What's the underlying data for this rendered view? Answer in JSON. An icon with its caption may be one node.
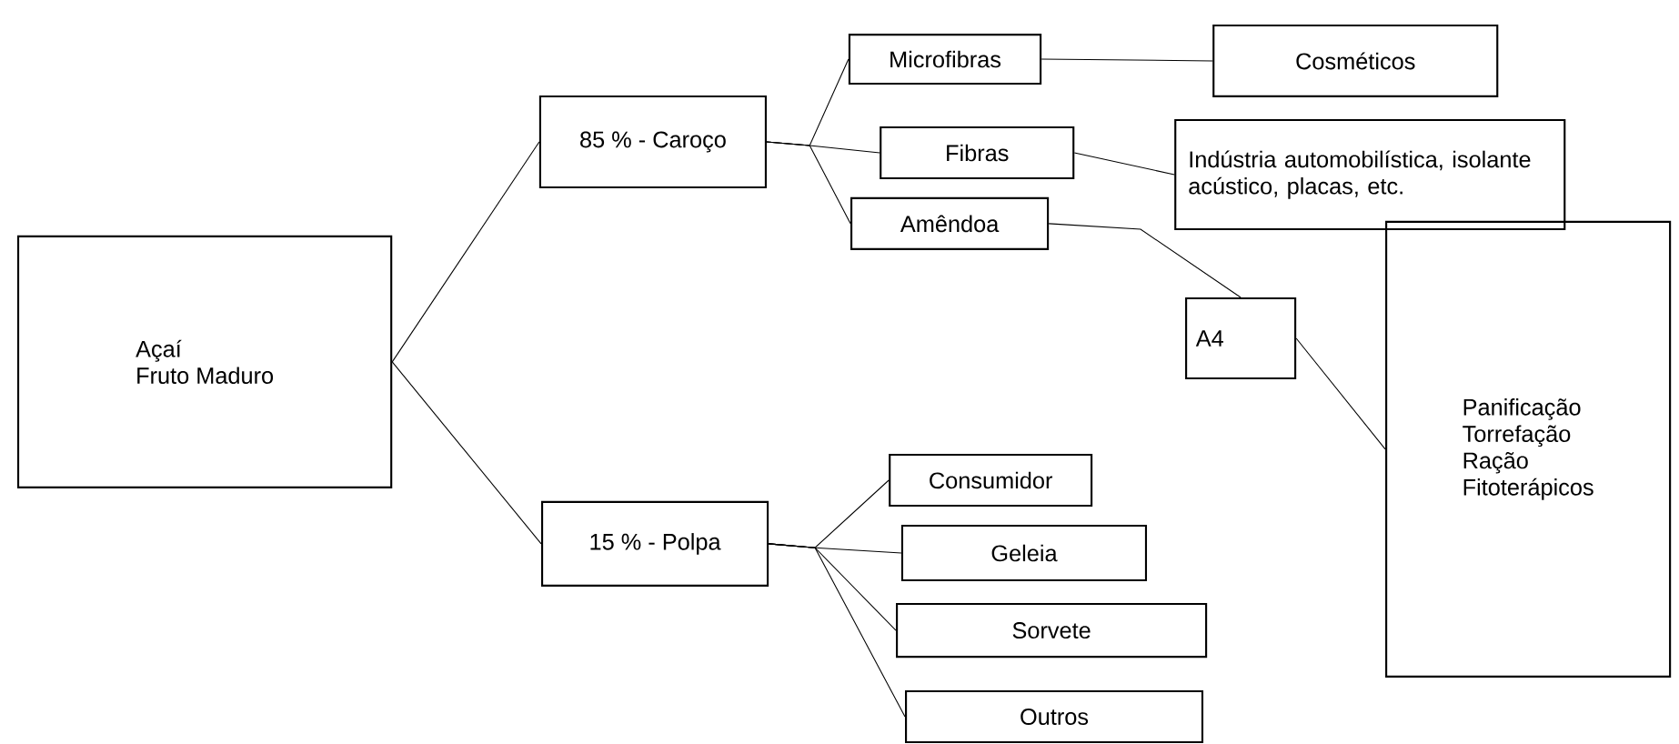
{
  "diagram": {
    "nodes": [
      {
        "text": [
          "Açaí",
          "Fruto Maduro"
        ]
      },
      {
        "text": [
          "85 % - Caroço"
        ]
      },
      {
        "text": [
          "Microfibras"
        ]
      },
      {
        "text": [
          "Fibras"
        ]
      },
      {
        "text": [
          "Amêndoa"
        ]
      },
      {
        "text": [
          "Cosméticos"
        ]
      },
      {
        "text": [
          "Indústria automobilística, isolante acústico, placas, etc."
        ]
      },
      {
        "text": [
          "A4"
        ]
      },
      {
        "text": [
          "Panificação",
          "Torrefação",
          "Ração",
          "Fitoterápicos"
        ]
      },
      {
        "text": [
          "15 % - Polpa"
        ]
      },
      {
        "text": [
          "Consumidor"
        ]
      },
      {
        "text": [
          "Geleia"
        ]
      },
      {
        "text": [
          "Sorvete"
        ]
      },
      {
        "text": [
          "Outros"
        ]
      }
    ],
    "edges": [
      {
        "from": 0,
        "to": 1,
        "arrow": "none"
      },
      {
        "from": 0,
        "to": 9,
        "arrow": "none"
      },
      {
        "from": 1,
        "to": 2,
        "arrow": "none"
      },
      {
        "from": 1,
        "to": 3,
        "arrow": "none"
      },
      {
        "from": 1,
        "to": 4,
        "arrow": "none"
      },
      {
        "from": 2,
        "to": 5,
        "arrow": "none"
      },
      {
        "from": 3,
        "to": 6,
        "arrow": "none"
      },
      {
        "from": 4,
        "to": 7,
        "arrow": "none"
      },
      {
        "from": 7,
        "to": 8,
        "arrow": "none"
      },
      {
        "from": 9,
        "to": 10,
        "arrow": "none"
      },
      {
        "from": 9,
        "to": 11,
        "arrow": "none"
      },
      {
        "from": 9,
        "to": 12,
        "arrow": "none"
      },
      {
        "from": 9,
        "to": 13,
        "arrow": "none"
      }
    ]
  }
}
